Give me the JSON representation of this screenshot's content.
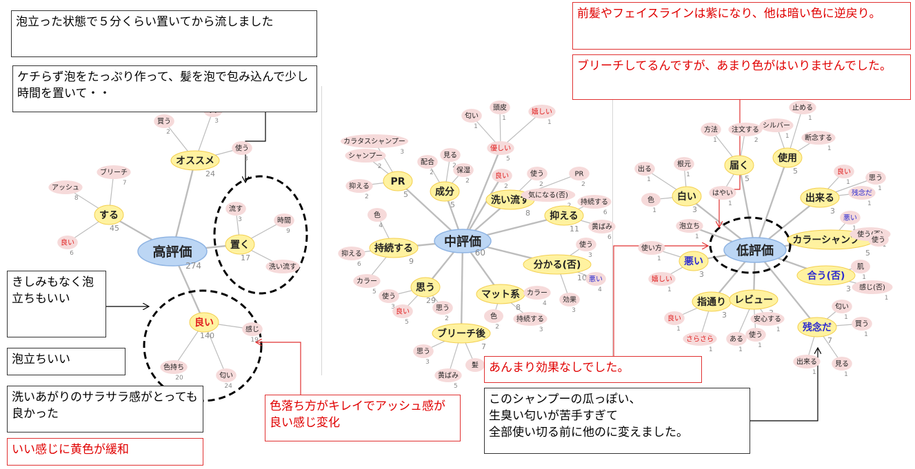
{
  "colors": {
    "edge": "#bdbdbd",
    "node_pink": "#f6dada",
    "node_yellow": "#fff2a0",
    "node_yellow_edge": "#f3cf4e",
    "center_fill": "#bcd6f4",
    "center_edge": "#8fb4e3",
    "text_dark": "#222222",
    "text_red": "#e02020",
    "text_blue": "#2b2bd0",
    "count": "#8a8a8a",
    "note_red": "#e03030",
    "dash": "#000000"
  },
  "graphs": [
    {
      "id": "high",
      "center": {
        "label": "高評価",
        "count": "274"
      },
      "nodes": [
        {
          "label": "オススメ",
          "count": "24",
          "kind": "yellow",
          "color": "dark"
        },
        {
          "label": "買う",
          "count": "2",
          "kind": "pink",
          "color": "dark"
        },
        {
          "label": "人",
          "count": "3",
          "kind": "pink",
          "color": "dark"
        },
        {
          "label": "使う",
          "count": "3",
          "kind": "pink",
          "color": "dark"
        },
        {
          "label": "する",
          "count": "45",
          "kind": "yellow",
          "color": "dark"
        },
        {
          "label": "ブリーチ",
          "count": "7",
          "kind": "pink",
          "color": "dark"
        },
        {
          "label": "アッシュ",
          "count": "8",
          "kind": "pink",
          "color": "dark"
        },
        {
          "label": "良い",
          "count": "6",
          "kind": "pink",
          "color": "red"
        },
        {
          "label": "置く",
          "count": "17",
          "kind": "yellow",
          "color": "dark"
        },
        {
          "label": "流す",
          "count": "3",
          "kind": "pink",
          "color": "dark"
        },
        {
          "label": "時間",
          "count": "9",
          "kind": "pink",
          "color": "dark"
        },
        {
          "label": "洗い流す",
          "count": "",
          "kind": "pink",
          "color": "dark"
        },
        {
          "label": "良い",
          "count": "140",
          "kind": "yellow",
          "color": "red"
        },
        {
          "label": "感じ",
          "count": "19",
          "kind": "pink",
          "color": "dark"
        },
        {
          "label": "色持ち",
          "count": "20",
          "kind": "pink",
          "color": "dark"
        },
        {
          "label": "匂い",
          "count": "24",
          "kind": "pink",
          "color": "dark"
        }
      ]
    },
    {
      "id": "mid",
      "center": {
        "label": "中評価",
        "count": "60"
      },
      "nodes": [
        {
          "label": "PR",
          "count": "5",
          "kind": "yellow",
          "color": "dark"
        },
        {
          "label": "カラタスシャンプー",
          "count": "3",
          "kind": "pink",
          "color": "dark"
        },
        {
          "label": "シャンプー",
          "count": "2",
          "kind": "pink",
          "color": "dark"
        },
        {
          "label": "抑える",
          "count": "2",
          "kind": "pink",
          "color": "dark"
        },
        {
          "label": "成分",
          "count": "5",
          "kind": "yellow",
          "color": "dark"
        },
        {
          "label": "配合",
          "count": "2",
          "kind": "pink",
          "color": "dark"
        },
        {
          "label": "見る",
          "count": "2",
          "kind": "pink",
          "color": "dark"
        },
        {
          "label": "保湿",
          "count": "2",
          "kind": "pink",
          "color": "dark"
        },
        {
          "label": "優しい",
          "count": "5",
          "kind": "pink",
          "color": "red"
        },
        {
          "label": "匂い",
          "count": "1",
          "kind": "pink",
          "color": "dark"
        },
        {
          "label": "頭皮",
          "count": "1",
          "kind": "pink",
          "color": "dark"
        },
        {
          "label": "嬉しい",
          "count": "1",
          "kind": "pink",
          "color": "red"
        },
        {
          "label": "良い",
          "count": "2",
          "kind": "pink",
          "color": "red"
        },
        {
          "label": "洗い流す",
          "count": "8",
          "kind": "yellow",
          "color": "dark"
        },
        {
          "label": "使う",
          "count": "2",
          "kind": "pink",
          "color": "dark"
        },
        {
          "label": "気になる(否)",
          "count": "2",
          "kind": "pink",
          "color": "dark"
        },
        {
          "label": "PR",
          "count": "2",
          "kind": "pink",
          "color": "dark"
        },
        {
          "label": "抑える",
          "count": "11",
          "kind": "yellow",
          "color": "dark"
        },
        {
          "label": "持続する",
          "count": "6",
          "kind": "pink",
          "color": "dark"
        },
        {
          "label": "黄ばみ",
          "count": "6",
          "kind": "pink",
          "color": "dark"
        },
        {
          "label": "持続する",
          "count": "9",
          "kind": "yellow",
          "color": "dark"
        },
        {
          "label": "色",
          "count": "4",
          "kind": "pink",
          "color": "dark"
        },
        {
          "label": "抑える",
          "count": "6",
          "kind": "pink",
          "color": "dark"
        },
        {
          "label": "カラー",
          "count": "5",
          "kind": "pink",
          "color": "dark"
        },
        {
          "label": "思う",
          "count": "29",
          "kind": "yellow",
          "color": "dark"
        },
        {
          "label": "使う",
          "count": "3",
          "kind": "pink",
          "color": "dark"
        },
        {
          "label": "良い",
          "count": "5",
          "kind": "pink",
          "color": "red"
        },
        {
          "label": "思う",
          "count": "2",
          "kind": "pink",
          "color": "dark"
        },
        {
          "label": "マット系",
          "count": "8",
          "kind": "yellow",
          "color": "dark"
        },
        {
          "label": "カラー",
          "count": "4",
          "kind": "pink",
          "color": "dark"
        },
        {
          "label": "色",
          "count": "2",
          "kind": "pink",
          "color": "dark"
        },
        {
          "label": "持続する",
          "count": "3",
          "kind": "pink",
          "color": "dark"
        },
        {
          "label": "分かる(否)",
          "count": "10",
          "kind": "yellow",
          "color": "dark"
        },
        {
          "label": "使う",
          "count": "3",
          "kind": "pink",
          "color": "dark"
        },
        {
          "label": "悪い",
          "count": "4",
          "kind": "pink",
          "color": "blue"
        },
        {
          "label": "効果",
          "count": "3",
          "kind": "pink",
          "color": "dark"
        },
        {
          "label": "ブリーチ後",
          "count": "7",
          "kind": "yellow",
          "color": "dark"
        },
        {
          "label": "思う",
          "count": "3",
          "kind": "pink",
          "color": "dark"
        },
        {
          "label": "黄ばみ",
          "count": "5",
          "kind": "pink",
          "color": "dark"
        },
        {
          "label": "髪",
          "count": "",
          "kind": "pink",
          "color": "dark"
        }
      ]
    },
    {
      "id": "low",
      "center": {
        "label": "低評価",
        "count": ""
      },
      "nodes": [
        {
          "label": "届く",
          "count": "5",
          "kind": "yellow",
          "color": "dark"
        },
        {
          "label": "方法",
          "count": "1",
          "kind": "pink",
          "color": "dark"
        },
        {
          "label": "注文する",
          "count": "2",
          "kind": "pink",
          "color": "dark"
        },
        {
          "label": "はやい",
          "count": "1",
          "kind": "pink",
          "color": "dark"
        },
        {
          "label": "使用",
          "count": "5",
          "kind": "yellow",
          "color": "dark"
        },
        {
          "label": "止める",
          "count": "1",
          "kind": "pink",
          "color": "dark"
        },
        {
          "label": "シルバー",
          "count": "1",
          "kind": "pink",
          "color": "dark"
        },
        {
          "label": "断念する",
          "count": "1",
          "kind": "pink",
          "color": "dark"
        },
        {
          "label": "白い",
          "count": "3",
          "kind": "yellow",
          "color": "dark"
        },
        {
          "label": "出る",
          "count": "1",
          "kind": "pink",
          "color": "dark"
        },
        {
          "label": "根元",
          "count": "1",
          "kind": "pink",
          "color": "dark"
        },
        {
          "label": "色",
          "count": "1",
          "kind": "pink",
          "color": "dark"
        },
        {
          "label": "出来る",
          "count": "3",
          "kind": "yellow",
          "color": "dark"
        },
        {
          "label": "良い",
          "count": "1",
          "kind": "pink",
          "color": "red"
        },
        {
          "label": "思う",
          "count": "1",
          "kind": "pink",
          "color": "dark"
        },
        {
          "label": "残念だ",
          "count": "1",
          "kind": "pink",
          "color": "blue"
        },
        {
          "label": "カラーシャンプー",
          "count": "5",
          "kind": "yellow",
          "color": "dark"
        },
        {
          "label": "悪い",
          "count": "1",
          "kind": "pink",
          "color": "blue"
        },
        {
          "label": "使う(否)",
          "count": "1",
          "kind": "pink",
          "color": "dark"
        },
        {
          "label": "使う",
          "count": "",
          "kind": "pink",
          "color": "dark"
        },
        {
          "label": "泡立ち",
          "count": "1",
          "kind": "pink",
          "color": "dark"
        },
        {
          "label": "悪い",
          "count": "3",
          "kind": "yellow",
          "color": "blue"
        },
        {
          "label": "使い方",
          "count": "1",
          "kind": "pink",
          "color": "dark"
        },
        {
          "label": "嬉しい",
          "count": "1",
          "kind": "pink",
          "color": "red"
        },
        {
          "label": "合う(否)",
          "count": "3",
          "kind": "yellow",
          "color": "blue"
        },
        {
          "label": "肌",
          "count": "1",
          "kind": "pink",
          "color": "dark"
        },
        {
          "label": "感じ(否)",
          "count": "1",
          "kind": "pink",
          "color": "dark"
        },
        {
          "label": "指通り",
          "count": "3",
          "kind": "yellow",
          "color": "dark"
        },
        {
          "label": "良い",
          "count": "1",
          "kind": "pink",
          "color": "red"
        },
        {
          "label": "さらさら",
          "count": "1",
          "kind": "pink",
          "color": "red"
        },
        {
          "label": "レビュー",
          "count": "3",
          "kind": "yellow",
          "color": "dark"
        },
        {
          "label": "安心する",
          "count": "1",
          "kind": "pink",
          "color": "dark"
        },
        {
          "label": "ある",
          "count": "1",
          "kind": "pink",
          "color": "dark"
        },
        {
          "label": "使う",
          "count": "1",
          "kind": "pink",
          "color": "dark"
        },
        {
          "label": "残念だ",
          "count": "7",
          "kind": "yellow",
          "color": "blue"
        },
        {
          "label": "匂い",
          "count": "1",
          "kind": "pink",
          "color": "dark"
        },
        {
          "label": "買う",
          "count": "1",
          "kind": "pink",
          "color": "dark"
        },
        {
          "label": "出来る",
          "count": "1",
          "kind": "pink",
          "color": "dark"
        },
        {
          "label": "見る",
          "count": "1",
          "kind": "pink",
          "color": "dark"
        }
      ]
    }
  ],
  "notes": [
    {
      "text": "泡立った状態で５分くらい置いてから流しました",
      "color": "black"
    },
    {
      "text": "ケチらず泡をたっぷり作って、髪を泡で包み込んで少し時間を置いて・・",
      "color": "black"
    },
    {
      "text": "きしみもなく泡立ちもいい",
      "color": "black"
    },
    {
      "text": "泡立ちいい",
      "color": "black"
    },
    {
      "text": "洗いあがりのサラサラ感がとっても良かった",
      "color": "black"
    },
    {
      "text": "いい感じに黄色が緩和",
      "color": "red"
    },
    {
      "text": "色落ち方がキレイでアッシュ感が良い感じ変化",
      "color": "red"
    },
    {
      "text": "前髪やフェイスラインは紫になり、他は暗い色に逆戻り。",
      "color": "red"
    },
    {
      "text": "ブリーチしてるんですが、あまり色がはいりませんでした。",
      "color": "red"
    },
    {
      "text": "あんまり効果なしでした。",
      "color": "red"
    },
    {
      "text": "このシャンプーの瓜っぽい、\n生臭い匂いが苦手すぎて\n全部使い切る前に他のに変えました。",
      "color": "black"
    }
  ]
}
